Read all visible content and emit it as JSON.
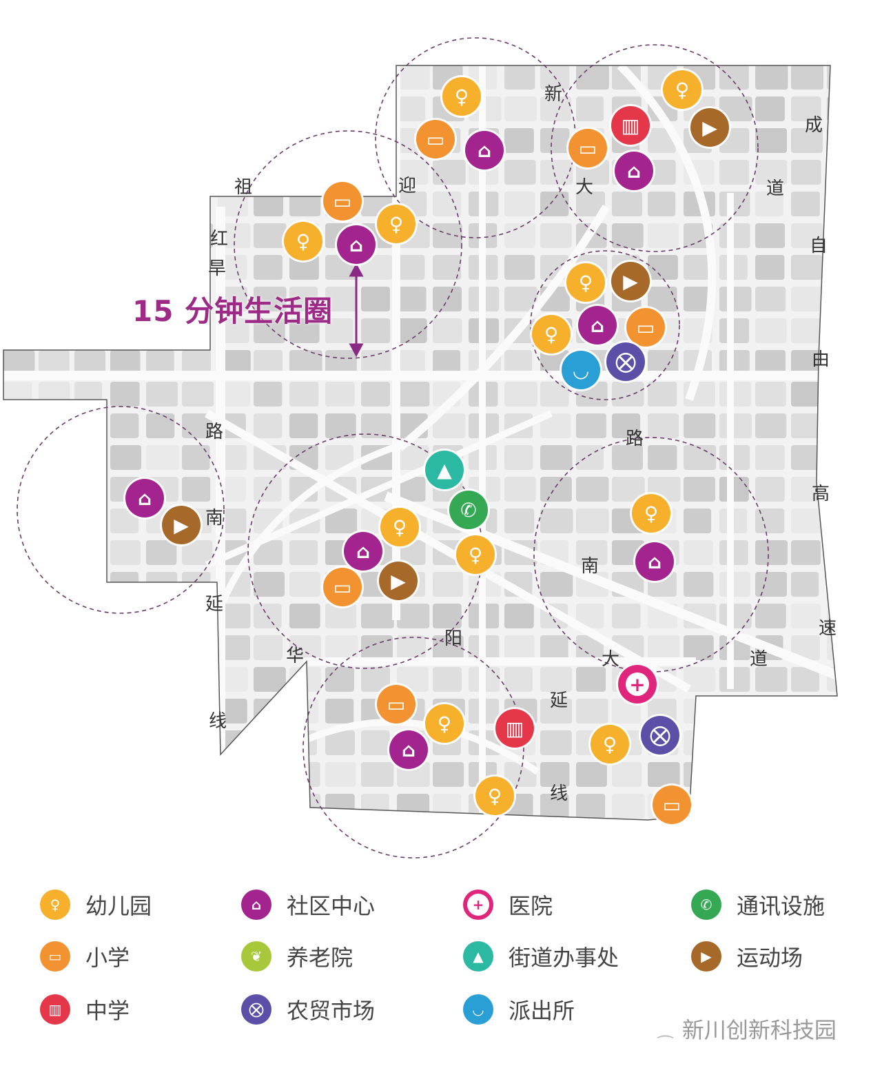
{
  "title": "15 分钟生活圈",
  "colors": {
    "kindergarten": "#f6b02b",
    "primary_school": "#f39231",
    "middle_school": "#e5374a",
    "community_center": "#a3248f",
    "elderly_home": "#a6c83a",
    "market": "#5b4fa8",
    "hospital": "#e0267c",
    "street_office": "#2bb9a4",
    "police": "#2a9fd6",
    "telecom": "#34a853",
    "sports": "#a6692a",
    "accent": "#9c2a86"
  },
  "legend": [
    {
      "key": "kindergarten",
      "label": "幼儿园",
      "icon": "lamp-icon"
    },
    {
      "key": "community_center",
      "label": "社区中心",
      "icon": "house-icon"
    },
    {
      "key": "hospital",
      "label": "医院",
      "icon": "cross-icon"
    },
    {
      "key": "telecom",
      "label": "通讯设施",
      "icon": "phone-icon"
    },
    {
      "key": "primary_school",
      "label": "小学",
      "icon": "book-icon"
    },
    {
      "key": "elderly_home",
      "label": "养老院",
      "icon": "leaf-icon"
    },
    {
      "key": "street_office",
      "label": "街道办事处",
      "icon": "people-icon"
    },
    {
      "key": "sports",
      "label": "运动场",
      "icon": "play-icon"
    },
    {
      "key": "middle_school",
      "label": "中学",
      "icon": "building-icon"
    },
    {
      "key": "market",
      "label": "农贸市场",
      "icon": "cart-icon"
    },
    {
      "key": "police",
      "label": "派出所",
      "icon": "badge-icon"
    }
  ],
  "road_labels": [
    "祖",
    "红",
    "旱",
    "迎",
    "新",
    "大",
    "成",
    "道",
    "自",
    "由",
    "路",
    "高",
    "南",
    "速",
    "道",
    "大",
    "延",
    "线",
    "南",
    "路",
    "延",
    "华",
    "阳",
    "线"
  ],
  "markers": [
    "kindergarten",
    "kindergarten",
    "kindergarten",
    "kindergarten",
    "kindergarten",
    "kindergarten",
    "kindergarten",
    "kindergarten",
    "kindergarten",
    "kindergarten",
    "kindergarten",
    "kindergarten",
    "primary_school",
    "primary_school",
    "primary_school",
    "primary_school",
    "primary_school",
    "primary_school",
    "primary_school",
    "middle_school",
    "middle_school",
    "community_center",
    "community_center",
    "community_center",
    "community_center",
    "community_center",
    "community_center",
    "community_center",
    "community_center",
    "sports",
    "sports",
    "sports",
    "sports",
    "police",
    "market",
    "market",
    "hospital",
    "street_office",
    "telecom"
  ],
  "watermark": "新川创新科技园"
}
